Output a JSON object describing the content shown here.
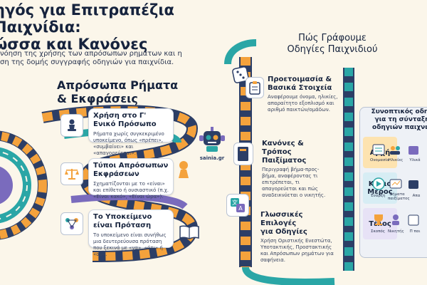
{
  "header": {
    "title_line1": "ηγός για Επιτραπέζια Παιχνίδια:",
    "title_line2": "ώσσα και Κανόνες",
    "intro_line1": "νόηση της χρήσης των απρόσωπων ρημάτων και η",
    "intro_line2": "ση της δομής συγγραφής οδηγιών για παιχνίδια."
  },
  "left_section": {
    "heading_line1": "Απρόσωπα Ρήματα",
    "heading_line2": "& Εκφράσεις",
    "cards": [
      {
        "title": "Χρήση στο Γ' Ενικό Πρόσωπο",
        "body": "Ρήματα χωρίς συγκεκριμένο υποκείμενο, όπως «πρέπει», «συμβαίνει» και «απαγορεύεται».",
        "icon": "chess-pawn-icon"
      },
      {
        "title": "Τύποι Απρόσωπων Εκφράσεων",
        "body": "Σχηματίζονται με το «είναι» και επίθετο ή ουσιαστικό (π.χ. «Είναι κακό», «Είναι ώρα»).",
        "icon": "scales-icon"
      },
      {
        "title": "Το Υποκείμενο είναι Πρόταση",
        "body": "Το υποκείμενο είναι συνήθως μια δευτερεύουσα πρόταση που ξεκινά με «να», «ότι» ή «αν».",
        "icon": "network-icon"
      }
    ]
  },
  "logo": {
    "text": "sainia.gr"
  },
  "middle_section": {
    "heading_line1": "Πώς Γράφουμε",
    "heading_line2": "Οδηγίες Παιχνιδιού",
    "steps": [
      {
        "title_line1": "Προετοιμασία &",
        "title_line2": "Βασικά Στοιχεία",
        "body": "Αναφέρουμε όνομα, ηλικίες, απαραίτητο εξοπλισμό και αριθμό παικτών/ομάδων.",
        "icon": "clipboard-icon"
      },
      {
        "title_line1": "Κανόνες &",
        "title_line2": "Τρόπος Παιξίματος",
        "body": "Περιγραφή βήμα-προς-βήμα, αναφέροντας τι επιτρέπεται, τι απαγορεύεται και πώς αναδεικνύεται ο νικητής.",
        "icon": "book-icon"
      },
      {
        "title_line1": "Γλωσσικές Επιλογές",
        "title_line2": "για Οδηγίες",
        "body": "Χρήση Οριστικής Ενεστώτα, Υποτακτικής, Προστακτικής και Απρόσωπων ρημάτων για σαφήνεια.",
        "icon": "translate-icon"
      }
    ]
  },
  "summary": {
    "heading_line1": "Συνοπτικός οδηγ",
    "heading_line2": "για τη σύνταξη",
    "heading_line3": "οδηγιών παιχνιδ",
    "rows": [
      {
        "label": "Αρχή",
        "color": "#fde3b0",
        "items": [
          "Ονομασία",
          "Ηλικίες",
          "Υλικά"
        ]
      },
      {
        "label_line1": "Κύριο",
        "label_line2": "Μέρος",
        "color": "#d7edf4",
        "items": [
          "Έναρξη",
          "Βήματα παιξίματος",
          "Απα"
        ]
      },
      {
        "label": "Τέλος",
        "color": "#e7e2f6",
        "items": [
          "Σκοπός",
          "Νικητής",
          "Π παι"
        ]
      }
    ]
  },
  "colors": {
    "orange": "#f4a23c",
    "teal": "#2aa6a6",
    "navy": "#2c3e66",
    "purple": "#7a6bbd",
    "cream": "#fbf6ea"
  }
}
